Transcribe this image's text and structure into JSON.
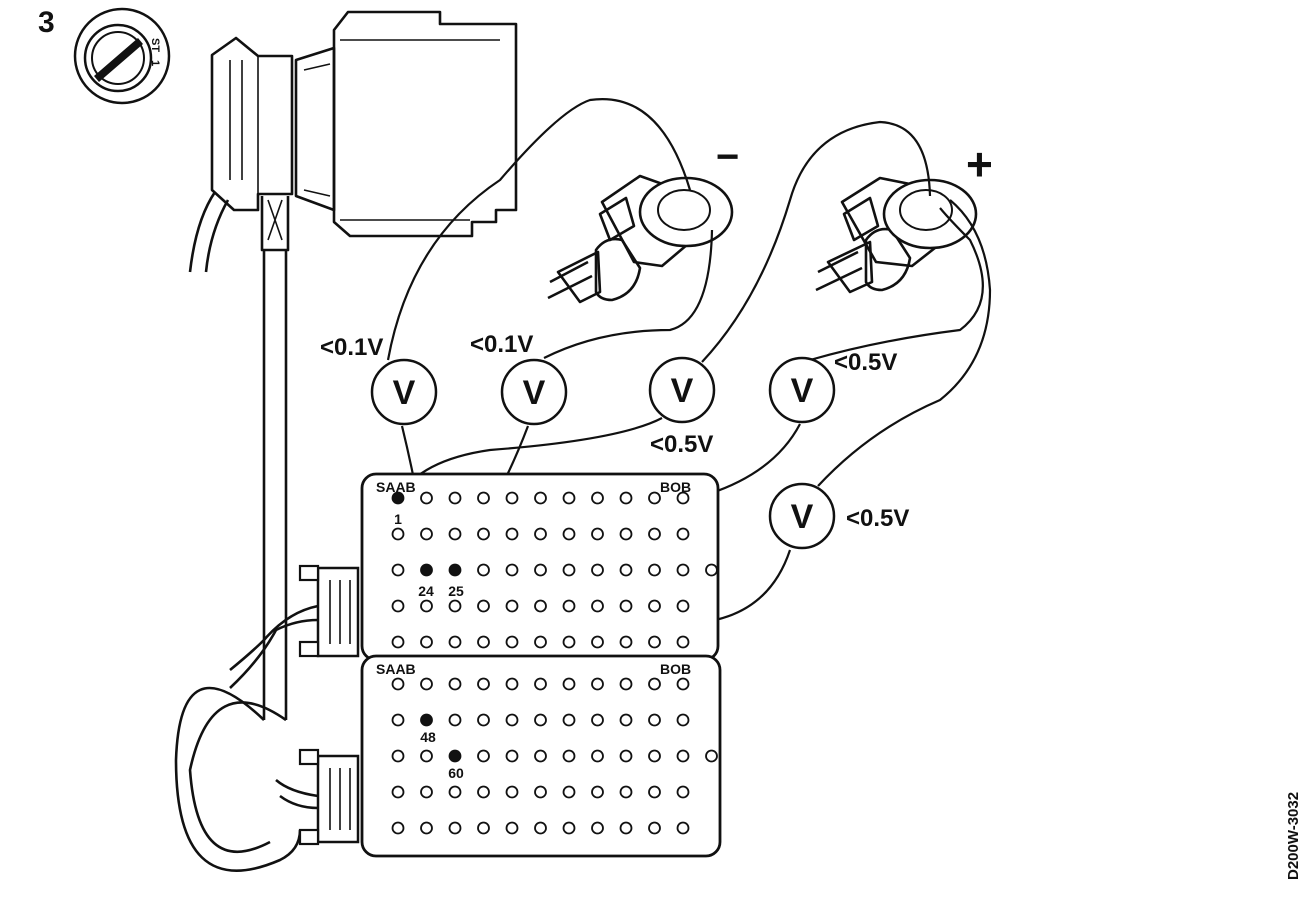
{
  "figure_number": "3",
  "ignition_switch": {
    "labels": [
      "ST",
      "1"
    ]
  },
  "sensors": [
    {
      "polarity": "−"
    },
    {
      "polarity": "+"
    }
  ],
  "voltmeters": [
    {
      "symbol": "V",
      "reading": "<0.1V"
    },
    {
      "symbol": "V",
      "reading": "<0.1V"
    },
    {
      "symbol": "V",
      "reading": "<0.5V"
    },
    {
      "symbol": "V",
      "reading": "<0.5V"
    },
    {
      "symbol": "V",
      "reading": "<0.5V"
    }
  ],
  "breakout_boxes": [
    {
      "brand": "SAAB",
      "label": "BOB",
      "pins": [
        "1",
        "24",
        "25"
      ]
    },
    {
      "brand": "SAAB",
      "label": "BOB",
      "pins": [
        "48",
        "60"
      ]
    }
  ],
  "figure_code": "D200W-3032"
}
